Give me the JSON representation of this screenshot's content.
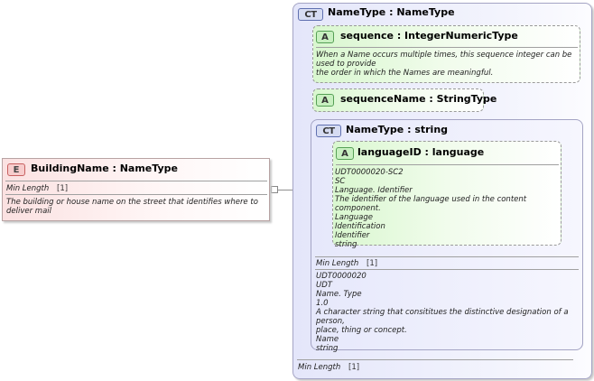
{
  "element": {
    "badge": "E",
    "title": "BuildingName : NameType",
    "min_length_label": "Min Length",
    "min_length_value": "[1]",
    "description": "The building or house name on the street that identifies where to deliver mail"
  },
  "complex_type": {
    "badge": "CT",
    "title": "NameType : NameType",
    "min_length_label": "Min Length",
    "min_length_value": "[1]",
    "attributes": [
      {
        "badge": "A",
        "title": "sequence : IntegerNumericType",
        "description": "When a Name occurs multiple times, this sequence integer can be used to provide\nthe order in which the Names are meaningful."
      },
      {
        "badge": "A",
        "title": "sequenceName : StringType"
      }
    ],
    "inner": {
      "badge": "CT",
      "title": "NameType : string",
      "attribute": {
        "badge": "A",
        "title": "languageID : language",
        "details": "UDT0000020-SC2\nSC\nLanguage. Identifier\nThe identifier of the language used in the content component.\nLanguage\nIdentification\nIdentifier\nstring"
      },
      "min_length_label": "Min Length",
      "min_length_value": "[1]",
      "details": "UDT0000020\nUDT\nName. Type\n1.0\nA character string that consititues the distinctive designation of a person,\nplace, thing or concept.\nName\nstring"
    }
  }
}
